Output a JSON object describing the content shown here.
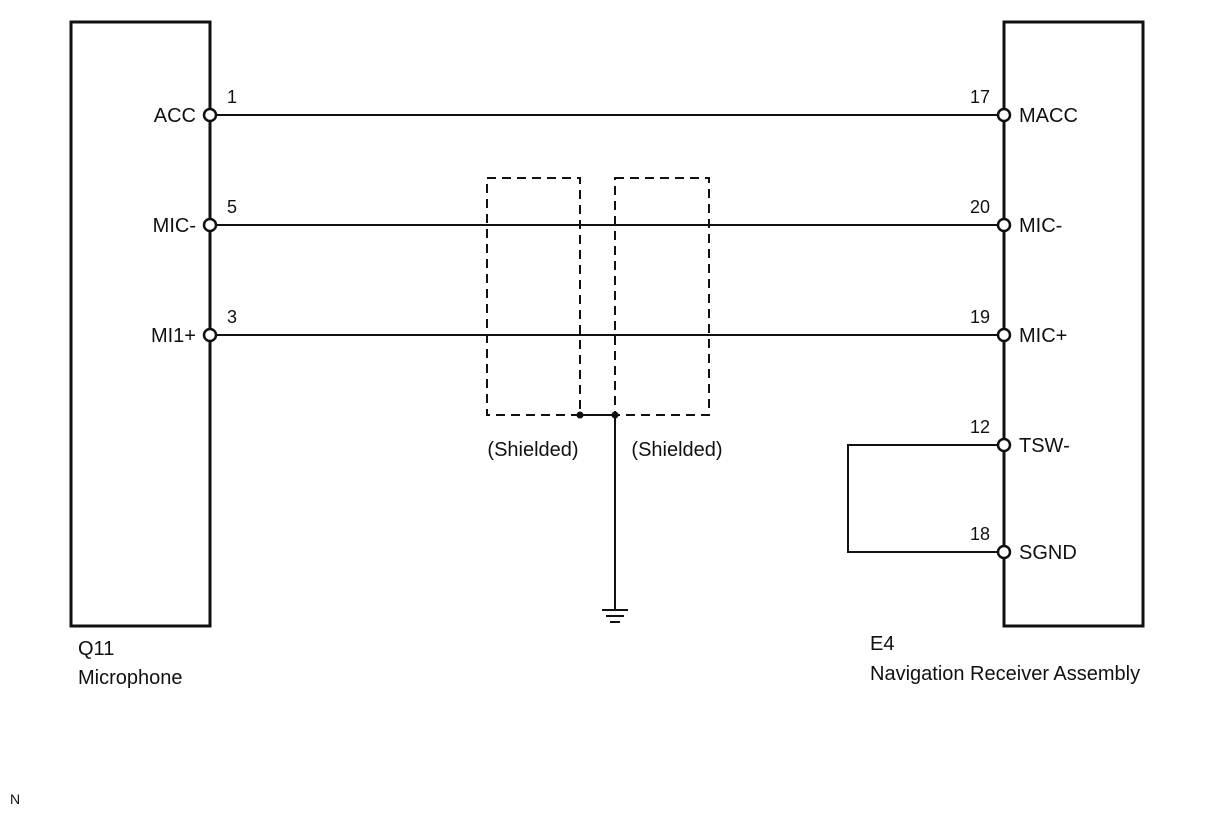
{
  "left_component": {
    "id": "Q11",
    "name": "Microphone",
    "pins": [
      {
        "label": "ACC",
        "number": "1"
      },
      {
        "label": "MIC-",
        "number": "5"
      },
      {
        "label": "MI1+",
        "number": "3"
      }
    ]
  },
  "right_component": {
    "id": "E4",
    "name": "Navigation Receiver Assembly",
    "pins": [
      {
        "label": "MACC",
        "number": "17"
      },
      {
        "label": "MIC-",
        "number": "20"
      },
      {
        "label": "MIC+",
        "number": "19"
      },
      {
        "label": "TSW-",
        "number": "12"
      },
      {
        "label": "SGND",
        "number": "18"
      }
    ]
  },
  "shields": [
    {
      "label": "(Shielded)"
    },
    {
      "label": "(Shielded)"
    }
  ],
  "corner_mark": "N"
}
